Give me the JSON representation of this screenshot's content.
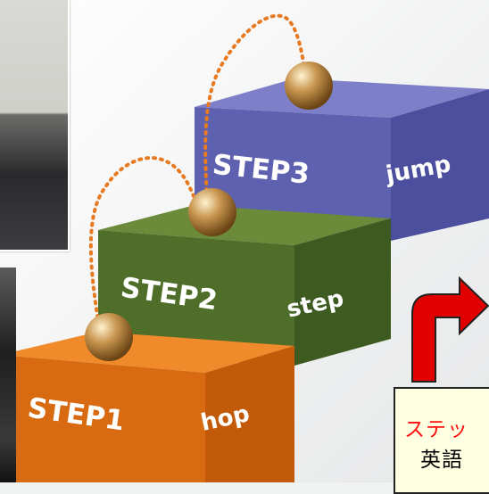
{
  "steps": [
    {
      "step_label": "STEP1",
      "word": "hop",
      "color_top": "#f08a2a",
      "color_front": "#d86a12",
      "color_side": "#c35a0a"
    },
    {
      "step_label": "STEP2",
      "word": "step",
      "color_top": "#6b8a3a",
      "color_front": "#4f6e2a",
      "color_side": "#3d5a20"
    },
    {
      "step_label": "STEP3",
      "word": "jump",
      "color_top": "#7d80c8",
      "color_front": "#5e61b0",
      "color_side": "#4c4f9e"
    }
  ],
  "callout": {
    "line1": "ステッ",
    "line2": "英語",
    "text_color": "#ff1010",
    "arrow_color": "#e00000"
  },
  "ball_color": "#a9783a",
  "trail_color": "#e87a22"
}
